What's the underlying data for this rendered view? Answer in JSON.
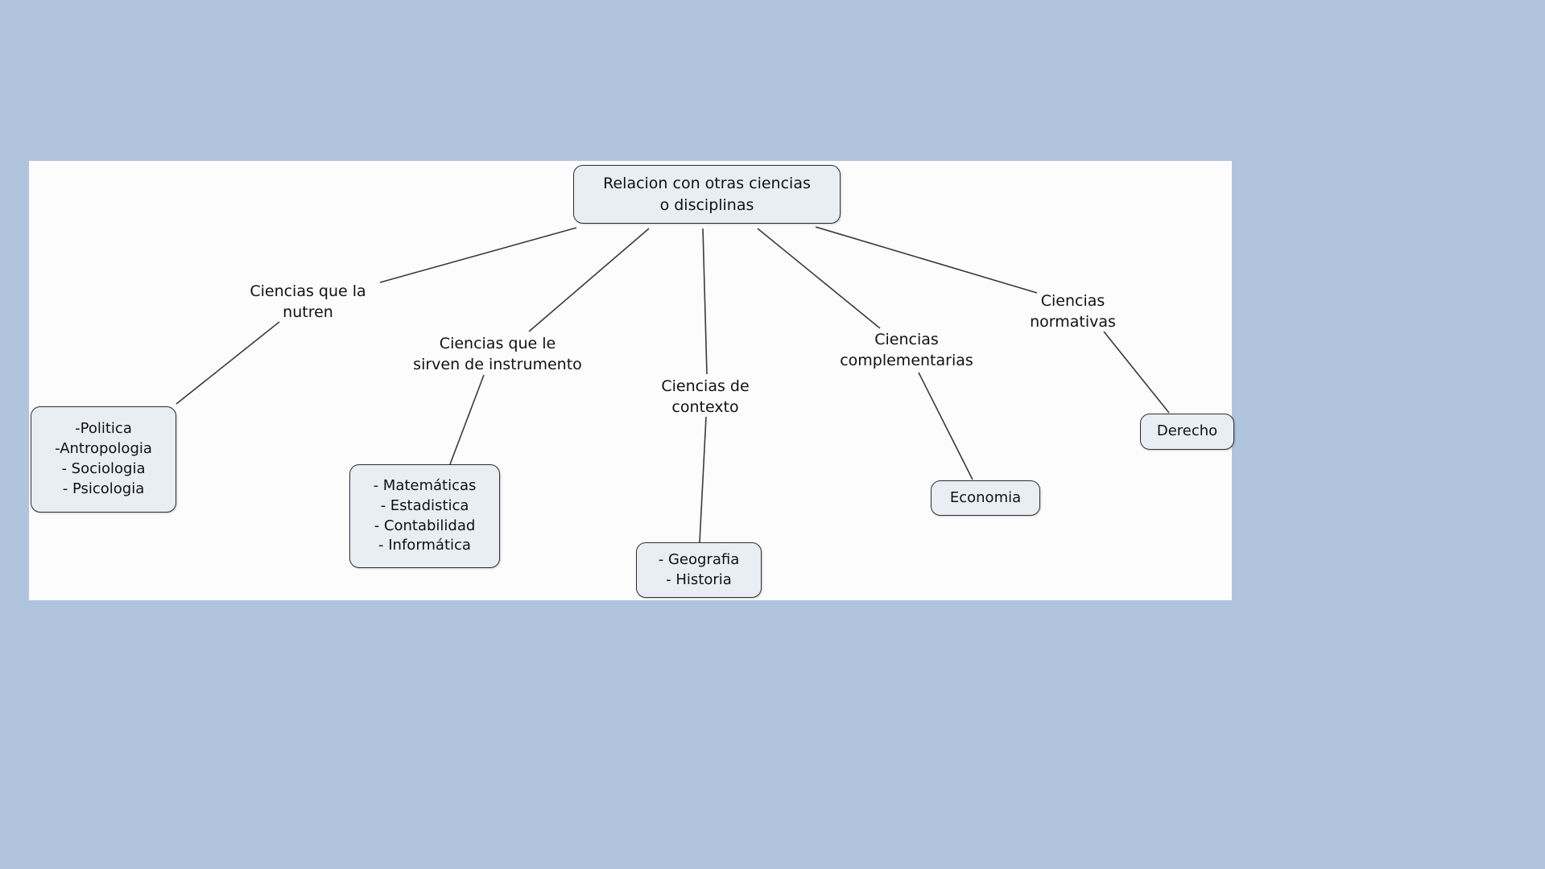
{
  "diagram": {
    "title": "Relacion con otras ciencias\no disciplinas",
    "branches": [
      {
        "label": "Ciencias que la\nnutren",
        "leaf": "-Politica\n-Antropologia\n- Sociologia\n- Psicologia"
      },
      {
        "label": "Ciencias que le\nsirven de instrumento",
        "leaf": "- Matemáticas\n- Estadistica\n- Contabilidad\n- Informática"
      },
      {
        "label": "Ciencias de\ncontexto",
        "leaf": "- Geografia\n- Historia"
      },
      {
        "label": "Ciencias\ncomplementarias",
        "leaf": "Economia"
      },
      {
        "label": "Ciencias\nnormativas",
        "leaf": "Derecho"
      }
    ],
    "colors": {
      "page_background": "#b1c4dd",
      "canvas_background": "#fcfcfd",
      "node_fill": "#e9eef5",
      "node_border": "#2e2e2e",
      "connector": "#3a3a3a",
      "text": "#111111"
    }
  }
}
